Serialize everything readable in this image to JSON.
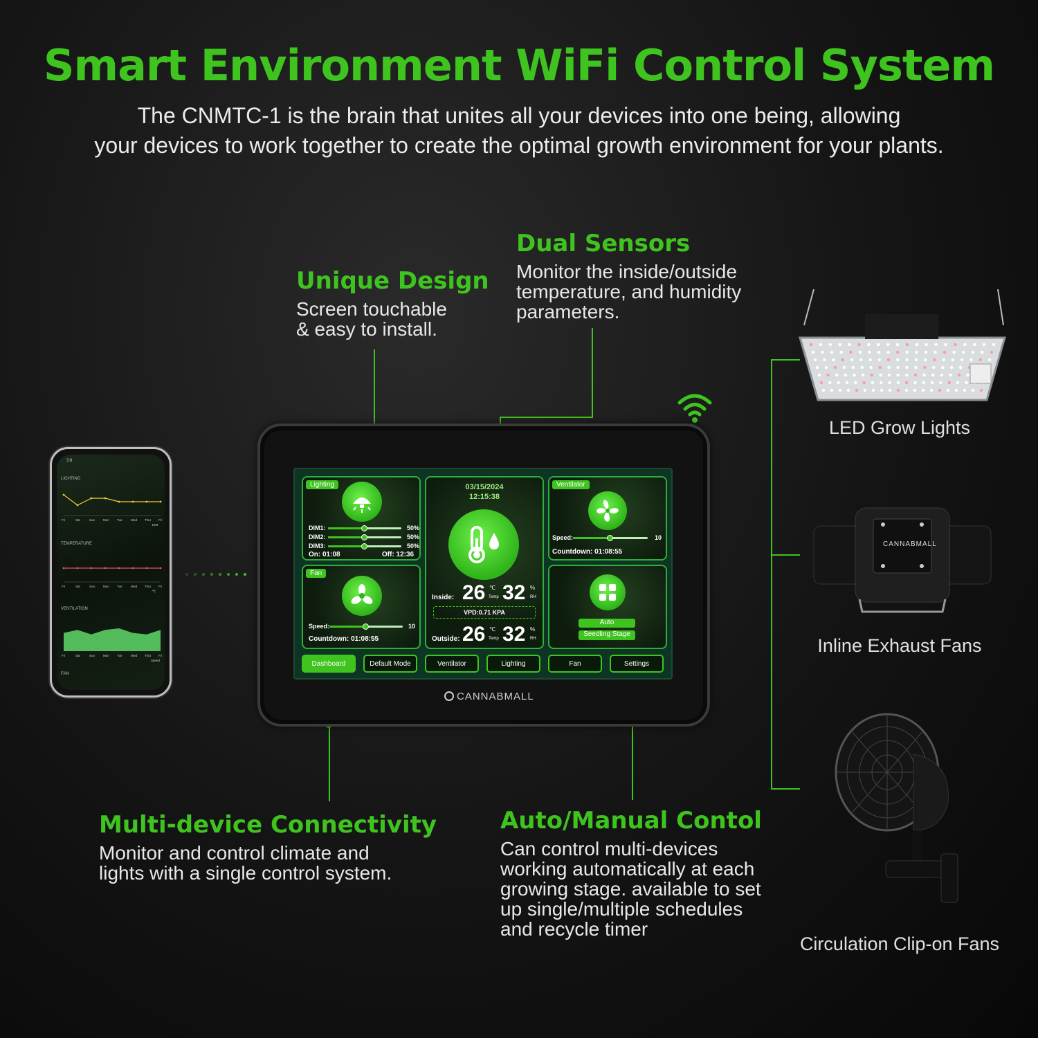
{
  "headline": "Smart Environment WiFi Control System",
  "subline": {
    "line1": "The CNMTC-1 is the brain that unites all your devices into one being, allowing",
    "line2": "your devices to work together to create the optimal growth environment for your plants."
  },
  "features": {
    "unique_design": {
      "title": "Unique Design",
      "line1": "Screen touchable",
      "line2": "& easy to install."
    },
    "dual_sensors": {
      "title": "Dual Sensors",
      "line1": "Monitor the inside/outside",
      "line2": "temperature, and humidity",
      "line3": "parameters."
    },
    "multi_device": {
      "title": "Multi-device Connectivity",
      "line1": "Monitor and control climate and",
      "line2": "lights with a single control system."
    },
    "auto_manual": {
      "title": "Auto/Manual Contol",
      "line1": "Can control multi-devices",
      "line2": "working automatically at each",
      "line3": "growing stage. available to set",
      "line4": "up single/multiple schedules",
      "line5": "and recycle timer"
    }
  },
  "devices": {
    "led": "LED Grow Lights",
    "inline_fan": "Inline Exhaust Fans",
    "inline_fan_brand": "CANNABMALL",
    "clip_fan": "Circulation Clip-on Fans"
  },
  "controller": {
    "brand": "CANNABMALL",
    "lighting": {
      "tag": "Lighting",
      "dims": [
        {
          "label": "DIM1:",
          "value": "50%",
          "level": 0.5
        },
        {
          "label": "DIM2:",
          "value": "50%",
          "level": 0.5
        },
        {
          "label": "DIM3:",
          "value": "50%",
          "level": 0.5
        }
      ],
      "on": "On: 01:08",
      "off": "Off: 12:36"
    },
    "center": {
      "date": "03/15/2024",
      "time": "12:15:38",
      "inside_label": "Inside:",
      "inside_temp": "26",
      "inside_hum": "32",
      "temp_unit": "℃",
      "temp_label": "Temp",
      "hum_unit": "%",
      "hum_label": "RH",
      "vpd": "VPD:0.71 KPA",
      "outside_label": "Outside:",
      "outside_temp": "26",
      "outside_hum": "32"
    },
    "ventilator": {
      "tag": "Ventilator",
      "speed_label": "Speed:",
      "speed_value": "10",
      "level": 0.5,
      "countdown": "Countdown: 01:08:55"
    },
    "fan": {
      "tag": "Fan",
      "speed_label": "Speed:",
      "speed_value": "10",
      "level": 0.5,
      "countdown": "Countdown: 01:08:55"
    },
    "mode": {
      "auto": "Auto",
      "stage": "Seedling Stage"
    },
    "buttons": [
      "Dashboard",
      "Default Mode",
      "Ventilator",
      "Lighting",
      "Fan",
      "Settings"
    ]
  },
  "phone": {
    "time": "3:8",
    "section_lighting": "LIGHTING",
    "section_temperature": "TEMPERATURE",
    "section_ventilation": "VENTILATION",
    "section_fan": "FAN",
    "days": [
      "Fri",
      "Sat",
      "Sun",
      "Mon",
      "Tue",
      "Wed",
      "Thur",
      "Fri"
    ],
    "lighting_values": [
      60,
      30,
      50,
      50,
      40,
      40,
      40,
      40
    ],
    "temperature_values": [
      20,
      20,
      20,
      20,
      20,
      20,
      20,
      20
    ],
    "legend_dim": "DIM",
    "legend_temp": "℃",
    "legend_speed": "Speed"
  },
  "colors": {
    "accent": "#3fc41f",
    "text": "#ececec",
    "background": "#111111"
  }
}
